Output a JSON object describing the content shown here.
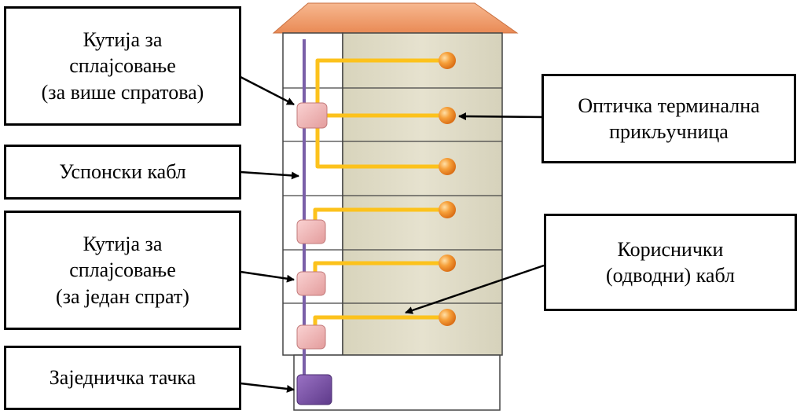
{
  "labels": {
    "splice_multi": [
      "Кутија за",
      "сплајсовање",
      "(за више спратова)"
    ],
    "riser": [
      "Успонски кабл"
    ],
    "splice_single": [
      "Кутија за",
      "сплајсовање",
      "(за један спрат)"
    ],
    "common_point": [
      "Заједничка тачка"
    ],
    "terminal": [
      "Оптичка терминална",
      "прикључница"
    ],
    "drop": [
      "Кориснички",
      "(одводни) кабл"
    ]
  },
  "colors": {
    "roof": "#f4a070",
    "wall": "#e0dcc8",
    "riser_cable": "#7a5fa8",
    "drop_cable": "#fcc21c",
    "splice_box": "#f0b4b4",
    "common_point_box": "#7a4ea3",
    "terminal_outlet": "#f0922c"
  }
}
